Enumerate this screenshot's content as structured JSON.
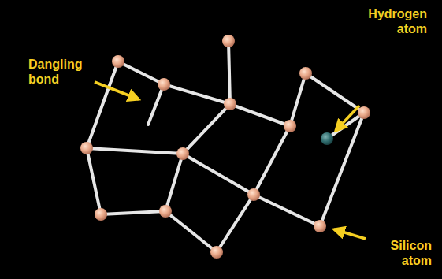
{
  "diagram": {
    "labels": [
      "Dangling bond",
      "Hydrogen atom",
      "Silicon atom"
    ]
  }
}
